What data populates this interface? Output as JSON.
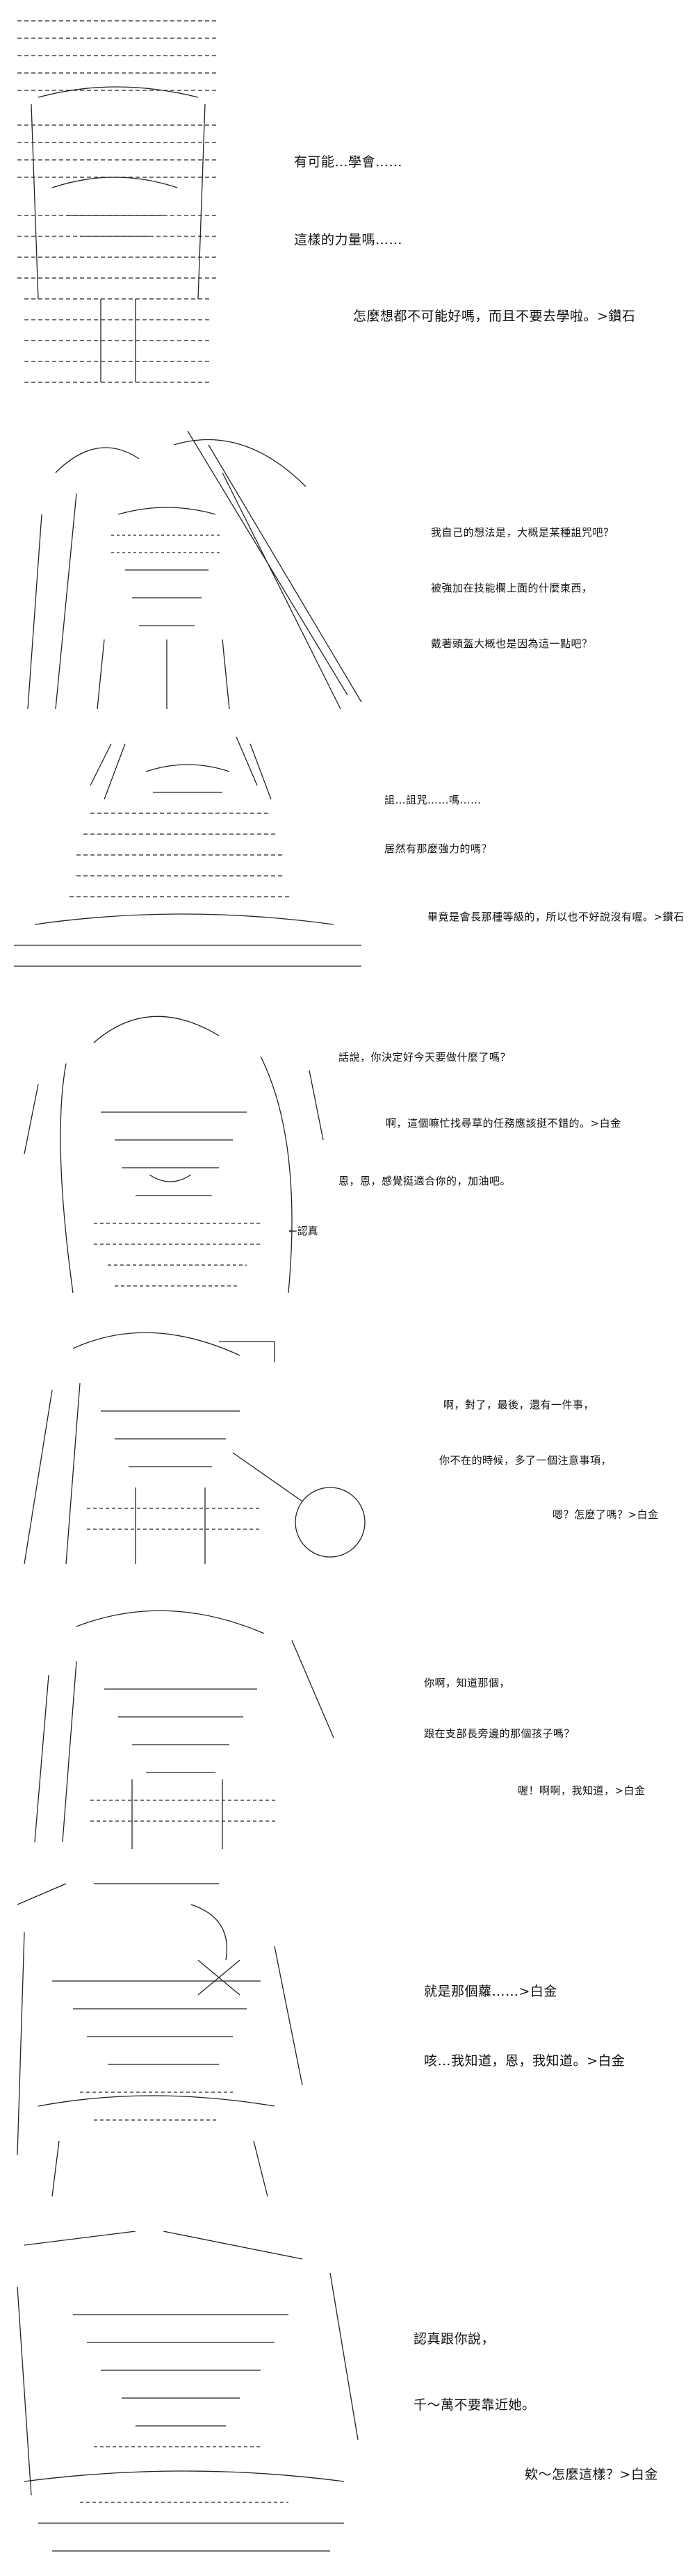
{
  "panels": [
    {
      "lines": [
        "有可能…學會……",
        "這樣的力量嗎……",
        "怎麼想都不可能好嗎，而且不要去學啦。>鑽石"
      ]
    },
    {
      "lines": [
        "我自己的想法是，大概是某種詛咒吧？",
        "被強加在技能欄上面的什麼東西，",
        "戴著頭盔大概也是因為這一點吧？"
      ]
    },
    {
      "lines": [
        "詛…詛咒……嗎……",
        "居然有那麼強力的嗎？",
        "畢竟是會長那種等級的，所以也不好說沒有喔。>鑽石"
      ]
    },
    {
      "lines": [
        "話說，你決定好今天要做什麼了嗎？",
        "啊，這個嘛忙找尋草的任務應該挺不錯的。>白金",
        "恩，恩，感覺挺適合你的，加油吧。"
      ],
      "tag": "←認真"
    },
    {
      "lines": [
        "啊，對了，最後，還有一件事，",
        "你不在的時候，多了一個注意事項，",
        "嗯？怎麼了嗎？>白金"
      ]
    },
    {
      "lines": [
        "你啊，知道那個，",
        "跟在支部長旁邊的那個孩子嗎？",
        "喔！啊啊，我知道，>白金"
      ]
    },
    {
      "lines": [
        "就是那個蘿……>白金",
        "咳…我知道，恩，我知道。>白金"
      ]
    },
    {
      "lines": [
        "認真跟你說，",
        "千〜萬不要靠近她。",
        "欸〜怎麼這樣？>白金"
      ]
    }
  ]
}
